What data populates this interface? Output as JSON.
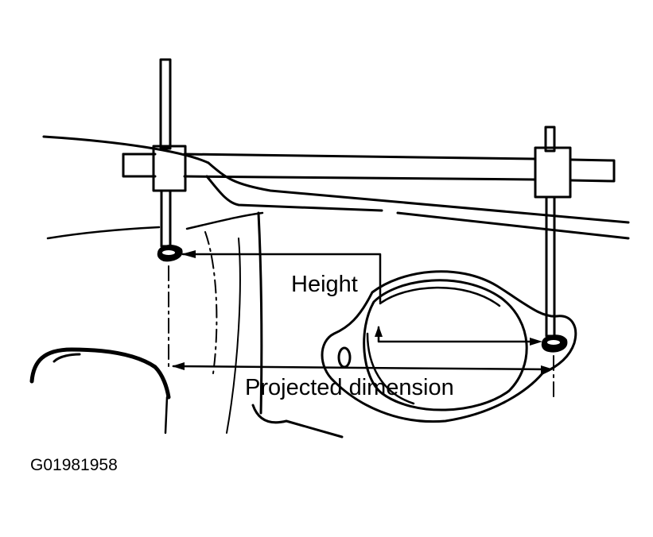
{
  "diagram": {
    "labels": {
      "height": "Height",
      "projected_dimension": "Projected dimension"
    },
    "figure_code": "G01981958"
  },
  "colors": {
    "ink": "#000000",
    "paper": "#ffffff"
  }
}
